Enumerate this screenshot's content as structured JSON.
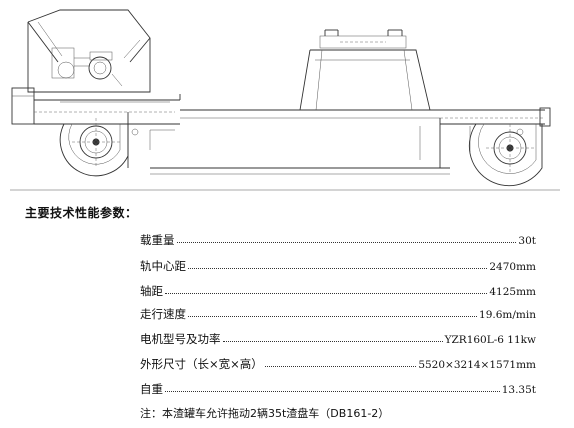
{
  "heading": "主要技术性能参数：",
  "specs": [
    {
      "label": "载重量",
      "value": "30t"
    },
    {
      "label": "轨中心距",
      "value": "2470mm"
    },
    {
      "label": "轴距",
      "value": "4125mm"
    },
    {
      "label": "走行速度",
      "value": "19.6m/min"
    },
    {
      "label": "电机型号及功率",
      "value": "YZR160L-6 11kw"
    },
    {
      "label": "外形尺寸（长×宽×高）",
      "value": "5520×3214×1571mm"
    },
    {
      "label": "自重",
      "value": "13.35t"
    }
  ],
  "note": "注：本渣罐车允许拖动2辆35t渣盘车（DB161-2）"
}
